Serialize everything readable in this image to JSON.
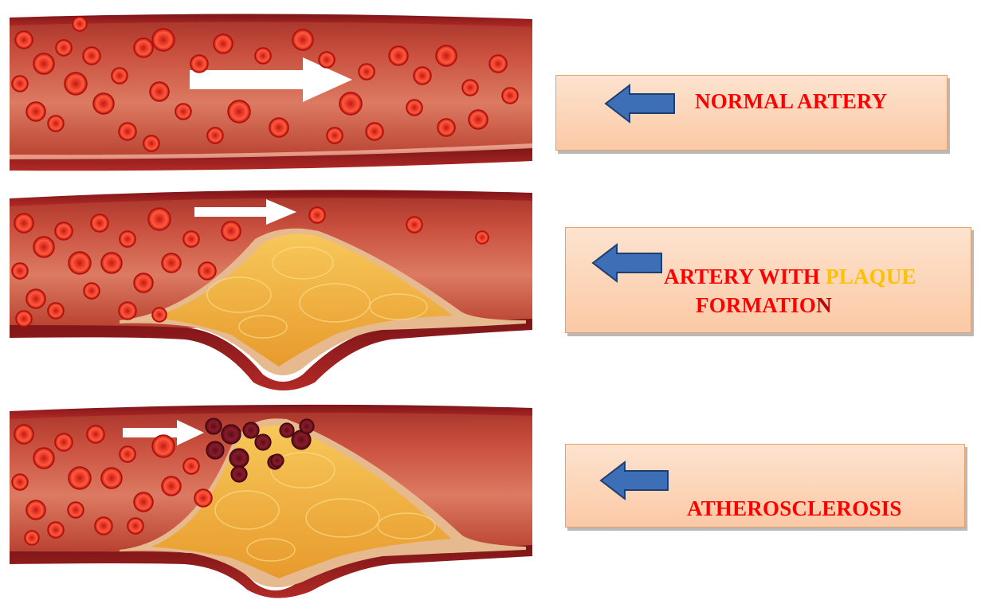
{
  "labels": {
    "normal": "NORMAL ARTERY",
    "plaque": {
      "line1_prefix": "ARTERY WITH ",
      "line1_highlight": "PLAQUE",
      "line2_main": "FORMATIO",
      "line2_end": "N"
    },
    "athero": "ATHEROSCLEROSIS"
  },
  "colors": {
    "label_text": "#ff0000",
    "label_highlight": "#ffc000",
    "label_box": "#fbd1b3",
    "arrow": "#3d6fb6",
    "vessel_lumen": "#c44a3a",
    "plaque": "#f2a93a",
    "blood_cell": "#e4261c",
    "clot_cell": "#7a1423"
  },
  "icons": [
    "left-arrow-icon",
    "flow-arrow-icon",
    "red-blood-cell-icon"
  ]
}
